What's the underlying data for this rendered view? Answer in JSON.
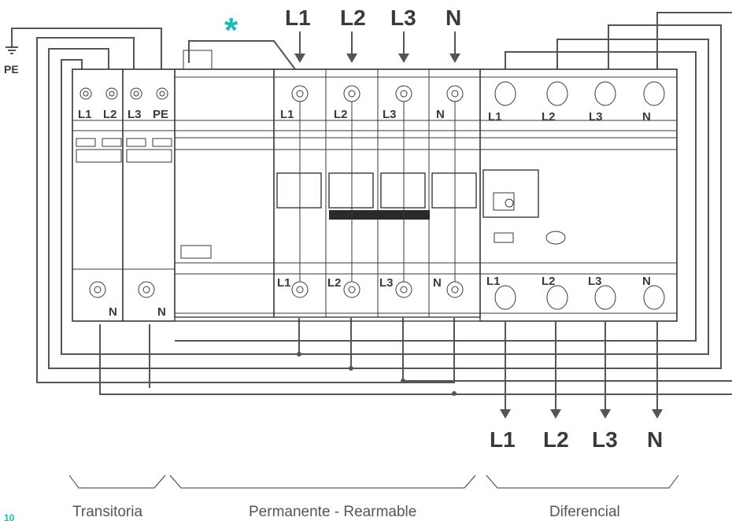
{
  "top_labels": [
    "L1",
    "L2",
    "L3",
    "N"
  ],
  "bottom_labels": [
    "L1",
    "L2",
    "L3",
    "N"
  ],
  "asterisk": "*",
  "ground_label": "PE",
  "transitoria": {
    "top_terminals": [
      "L1",
      "L2",
      "L3",
      "PE"
    ],
    "bottom_terminals": [
      "N",
      "N"
    ]
  },
  "permanente": {
    "top_terminals": [
      "L1",
      "L2",
      "L3",
      "N"
    ],
    "bottom_terminals": [
      "L1",
      "L2",
      "L3",
      "N"
    ]
  },
  "diferencial": {
    "top_terminals": [
      "L1",
      "L2",
      "L3",
      "N"
    ],
    "bottom_terminals": [
      "L1",
      "L2",
      "L3",
      "N"
    ]
  },
  "sections": [
    "Transitoria",
    "Permanente - Rearmable",
    "Diferencial"
  ],
  "page_number": "10",
  "colors": {
    "accent": "#1db9b4",
    "line": "#3a3a3a",
    "wire": "#555555"
  }
}
